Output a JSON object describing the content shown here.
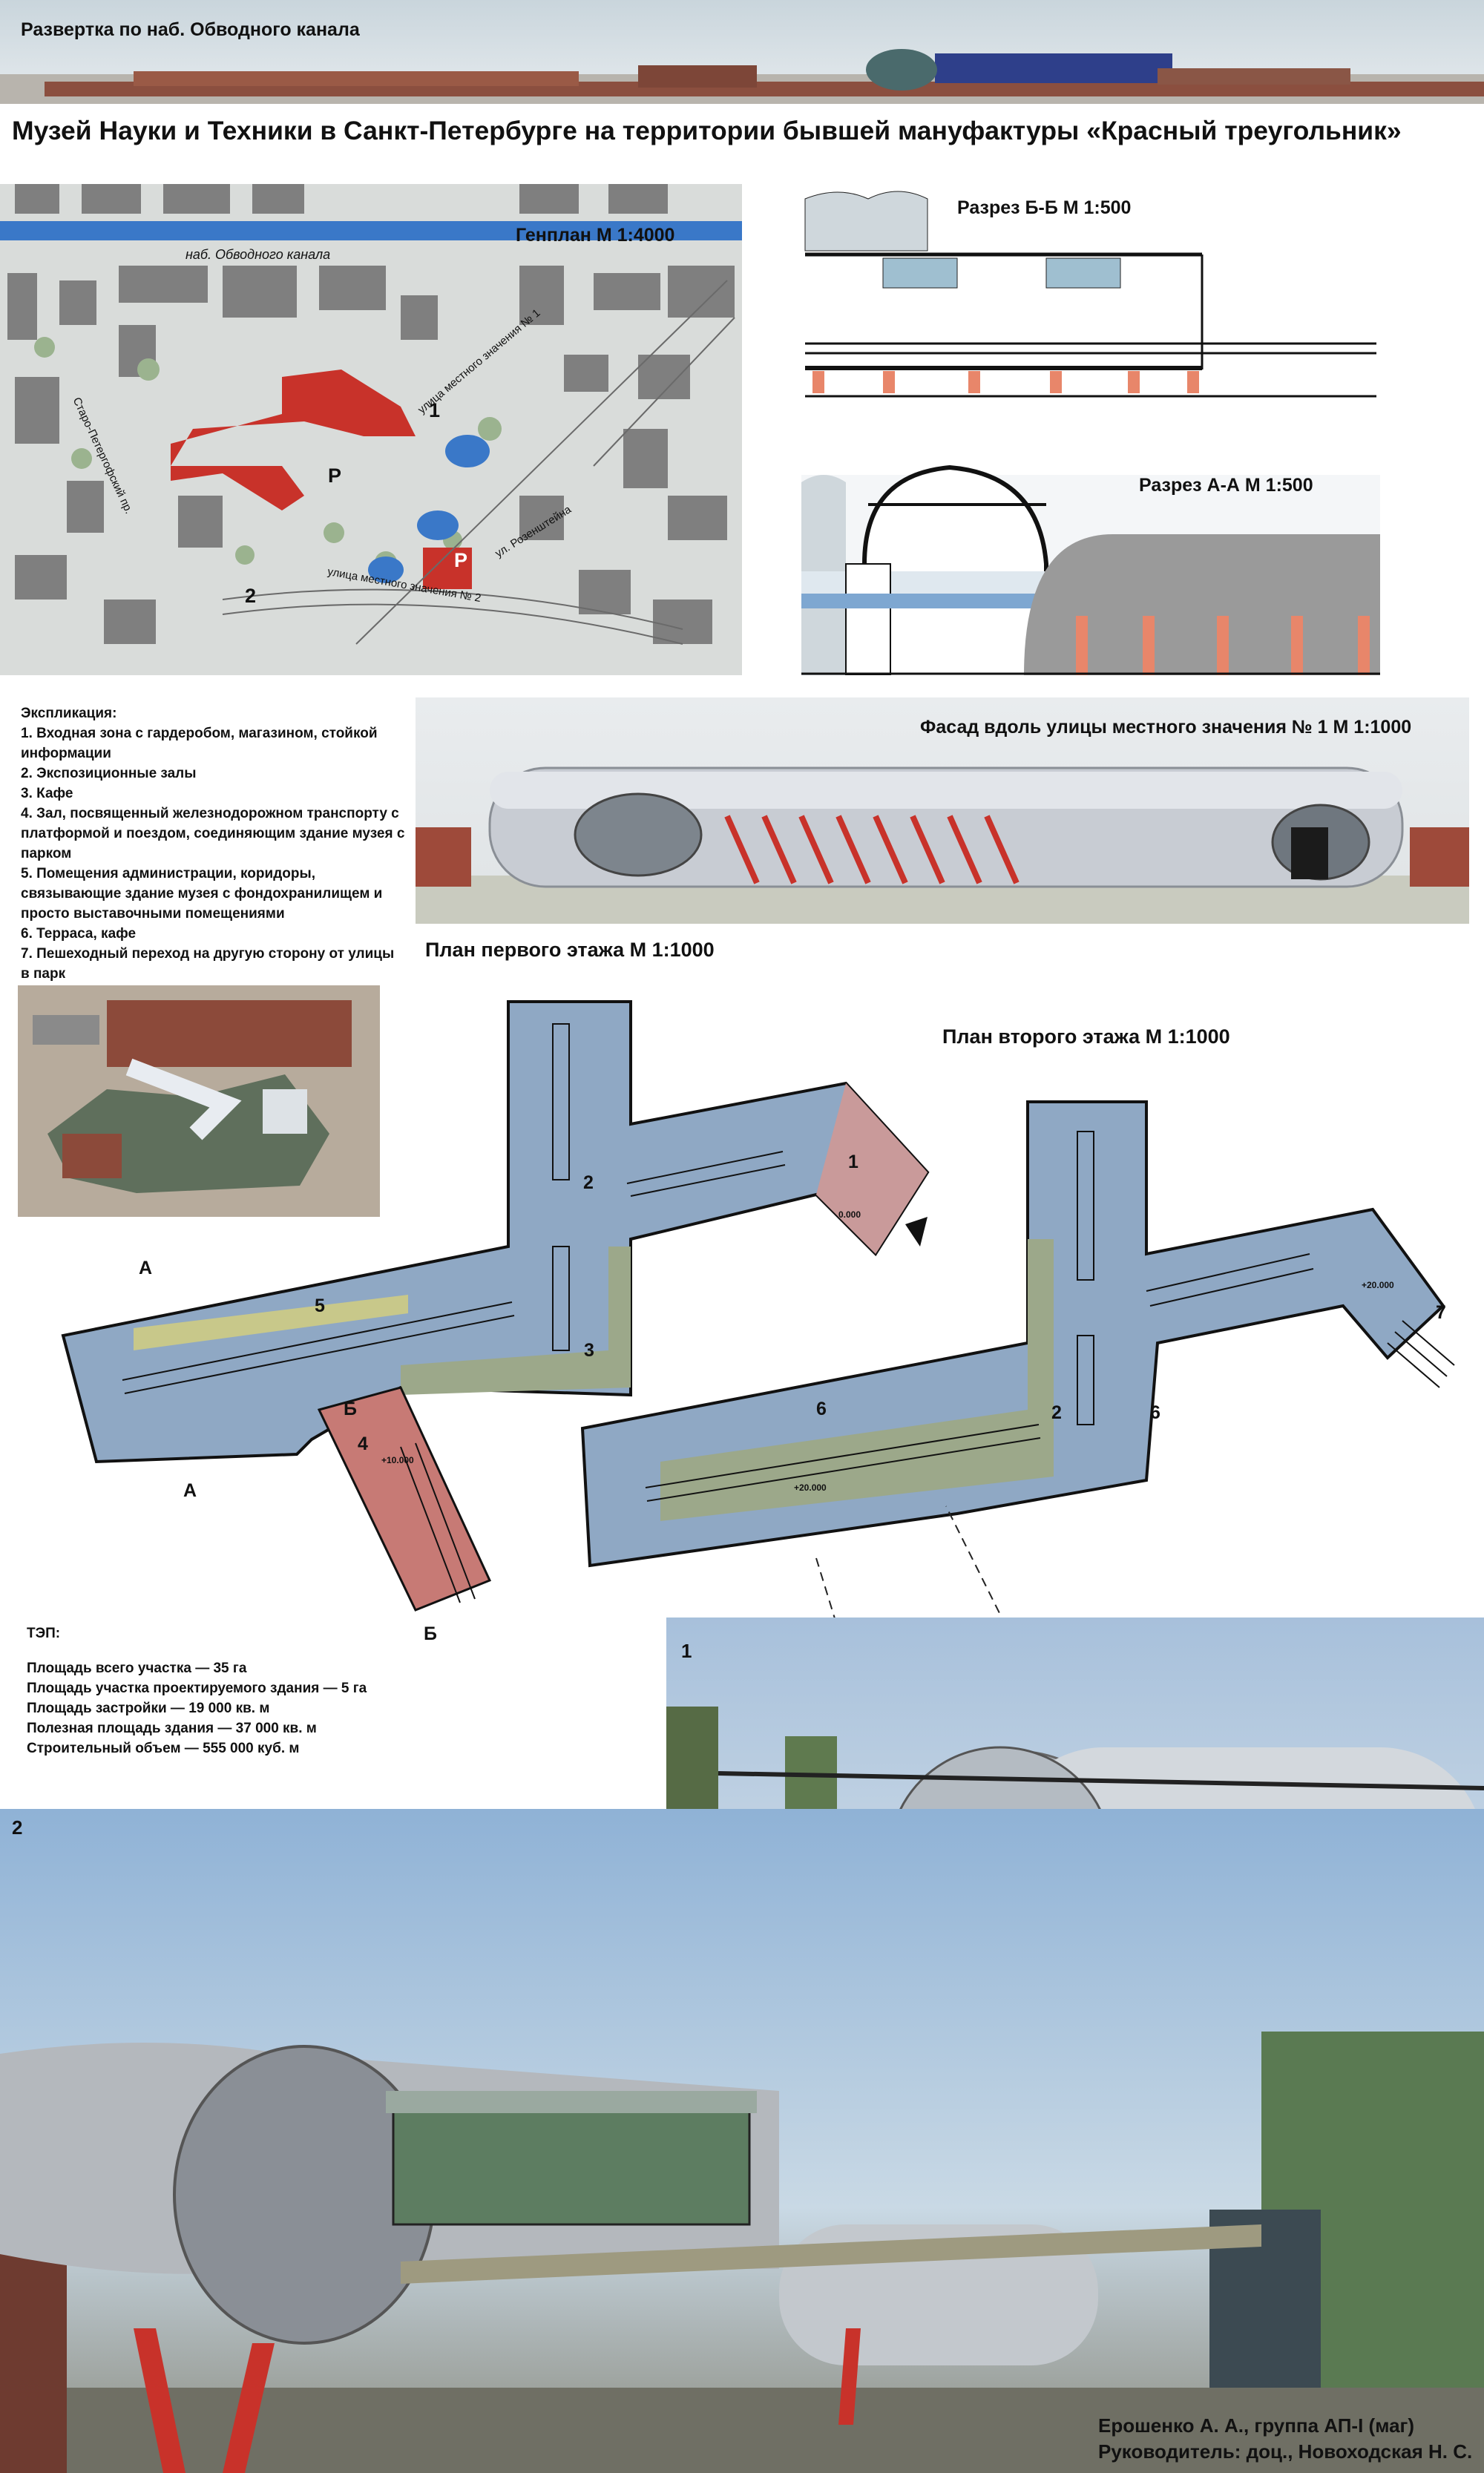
{
  "top_strip": {
    "caption": "Развертка по наб. Обводного канала"
  },
  "title": "Музей Науки и Техники в Санкт-Петербурге на территории бывшей мануфактуры «Красный треугольник»",
  "genplan": {
    "caption": "Генплан   М 1:4000",
    "street_obvodny": "наб. Обводного канала",
    "street_local1": "улица местного значения № 1",
    "street_local2": "улица местного значения № 2",
    "street_rozen": "ул. Розенштейна",
    "street_staro": "Старо-Петергофский пр.",
    "parking": "Р",
    "mark1": "1",
    "mark2": "2"
  },
  "section_bb": {
    "caption": "Разрез Б-Б   М 1:500"
  },
  "section_aa": {
    "caption": "Разрез А-А   М 1:500"
  },
  "explication": {
    "heading": "Экспликация:",
    "items": [
      "1.  Входная зона с гардеробом, магазином, стойкой информации",
      "2. Экспозиционные залы",
      "3. Кафе",
      "4. Зал, посвященный железнодорожном транспорту с платформой и поездом, соединяющим здание музея с парком",
      "5. Помещения администрации, коридоры, связывающие здание музея с фондохранилищем и просто выставочными помещениями",
      "6. Терраса, кафе",
      "7. Пешеходный переход на другую сторону от улицы в парк"
    ]
  },
  "facade": {
    "caption": "Фасад вдоль улицы местного значения № 1   М 1:1000"
  },
  "plan1": {
    "caption": "План  первого этажа   М 1:1000",
    "zone1": "1",
    "zone2": "2",
    "zone3": "3",
    "zone4": "4",
    "zone5": "5",
    "level_entry": "0.000",
    "level_hall": "+10.000",
    "cut_a": "А",
    "cut_b": "Б"
  },
  "plan2": {
    "caption": "План  второго этажа   М 1:1000",
    "zone2": "2",
    "zone6a": "6",
    "zone6b": "6",
    "zone7": "7",
    "level_a": "+20.000",
    "level_b": "+20.000"
  },
  "tep": {
    "heading": "ТЭП:",
    "items": [
      "Площадь всего участка — 35 га",
      "Площадь участка проектируемого здания — 5 га",
      "Площадь застройки — 19 000 кв. м",
      "Полезная площадь здания — 37 000 кв. м",
      "Строительный объем — 555 000 куб. м"
    ]
  },
  "render1": {
    "label": "1"
  },
  "render2": {
    "label": "2"
  },
  "credits": {
    "author": "Ерошенко А. А., группа АП-I (маг)",
    "supervisor": "Руководитель: доц., Новоходская Н. С."
  },
  "colors": {
    "plan_blue": "#8fa8c4",
    "plan_olive": "#9ca88a",
    "plan_yellow": "#c8c88a",
    "plan_pink": "#c99a9a",
    "plan_red": "#c77a75",
    "accent_red": "#c8322a",
    "map_bg": "#d9dcda",
    "building_grey": "#7f7f7f",
    "sky": "#9bb8d6"
  }
}
